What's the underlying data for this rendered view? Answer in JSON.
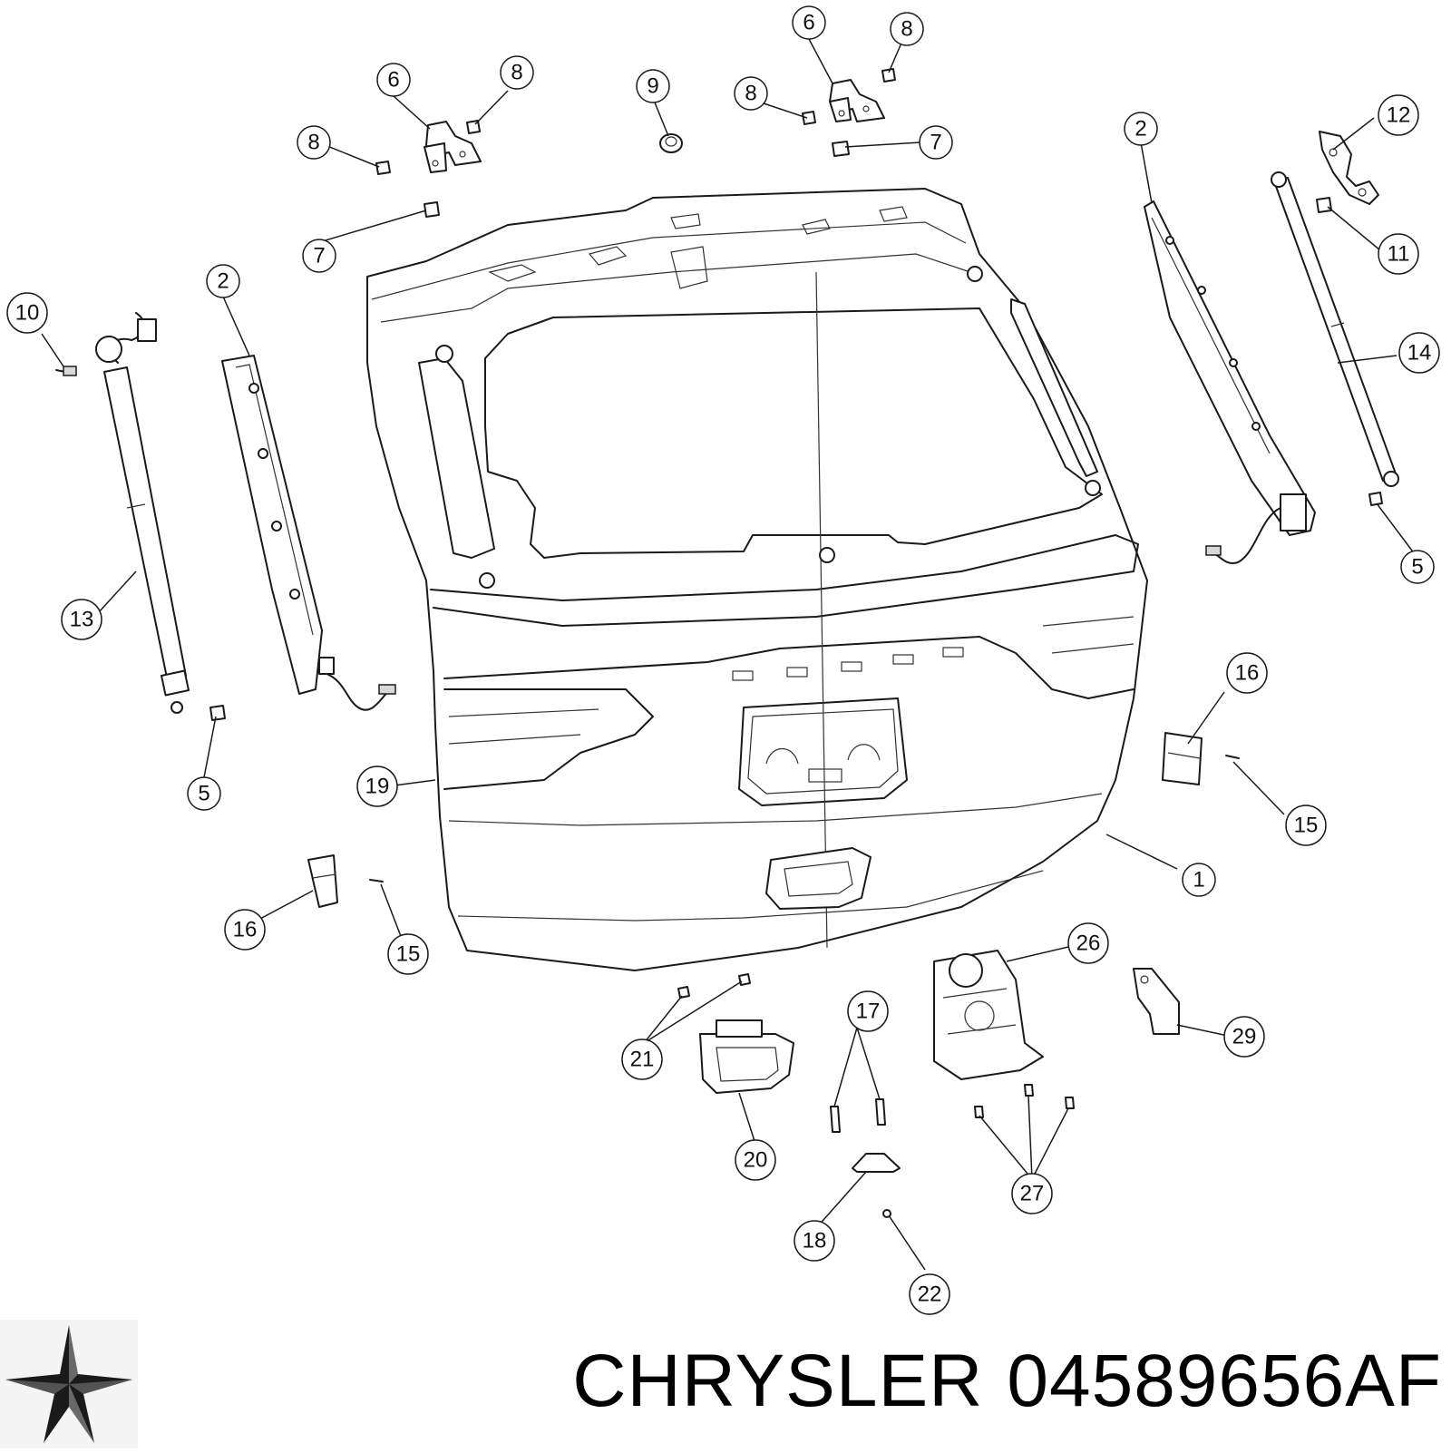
{
  "caption": {
    "brand": "CHRYSLER",
    "part_number": "04589656AF"
  },
  "logo": {
    "icon": "chrysler-star-logo-icon"
  },
  "callouts": [
    "1",
    "2",
    "2",
    "5",
    "5",
    "6",
    "6",
    "7",
    "7",
    "8",
    "8",
    "8",
    "8",
    "9",
    "10",
    "11",
    "12",
    "13",
    "14",
    "15",
    "15",
    "16",
    "16",
    "17",
    "18",
    "19",
    "20",
    "21",
    "22",
    "26",
    "27",
    "29"
  ]
}
